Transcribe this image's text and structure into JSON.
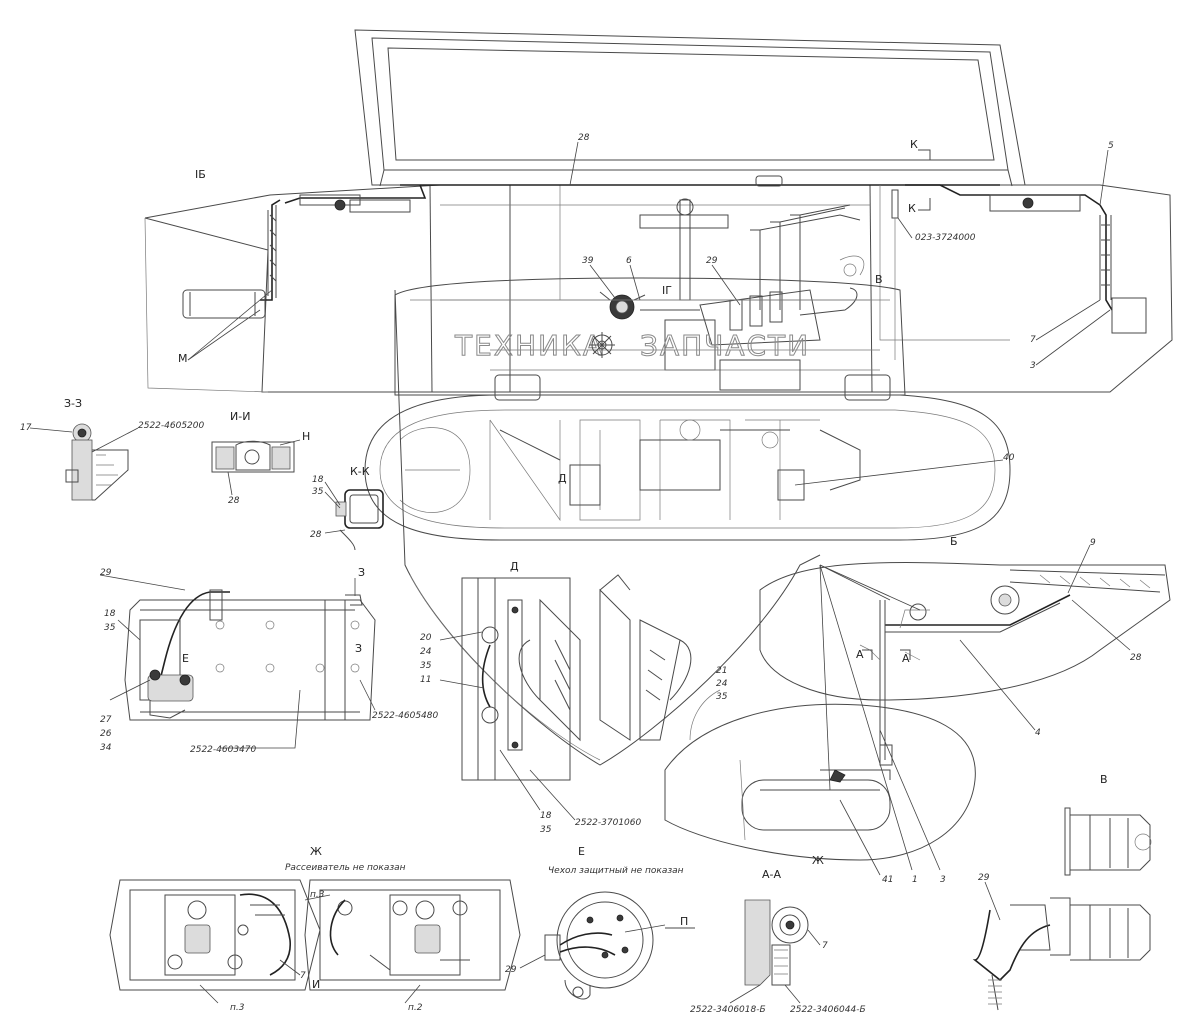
{
  "watermark": {
    "left_text": "ТЕХНИКА",
    "right_text": "ЗАПЧАСТИ"
  },
  "view_labels": {
    "b": "Б",
    "v": "В",
    "zh": "Ж",
    "e": "Е",
    "d": "Д",
    "z_z": "З-З",
    "i_i": "И-И",
    "k_k": "К-К",
    "a_a": "А-А",
    "ib": "ІБ"
  },
  "notes": {
    "zh_note": "Рассеиватель не показан",
    "e_note": "Чехол защитный не показан"
  },
  "callouts": [
    {
      "id": "c28top",
      "text": "28"
    },
    {
      "id": "c5",
      "text": "5"
    },
    {
      "id": "cK1",
      "text": "К"
    },
    {
      "id": "cK2",
      "text": "К"
    },
    {
      "id": "c023",
      "text": "023-3724000"
    },
    {
      "id": "c39",
      "text": "39"
    },
    {
      "id": "c6",
      "text": "6"
    },
    {
      "id": "cIf",
      "text": "ІГ"
    },
    {
      "id": "c29top",
      "text": "29"
    },
    {
      "id": "cV",
      "text": "В"
    },
    {
      "id": "c7r",
      "text": "7"
    },
    {
      "id": "c3r",
      "text": "3"
    },
    {
      "id": "cM",
      "text": "М"
    },
    {
      "id": "c17",
      "text": "17"
    },
    {
      "id": "c2522zz",
      "text": "2522-4605200"
    },
    {
      "id": "cH",
      "text": "Н"
    },
    {
      "id": "c28ii",
      "text": "28"
    },
    {
      "id": "c18kk",
      "text": "18"
    },
    {
      "id": "c35kk",
      "text": "35"
    },
    {
      "id": "c28kk",
      "text": "28"
    },
    {
      "id": "c40",
      "text": "40"
    },
    {
      "id": "cDmid",
      "text": "Д"
    },
    {
      "id": "c29l",
      "text": "29"
    },
    {
      "id": "cZ",
      "text": "З"
    },
    {
      "id": "c18l",
      "text": "18"
    },
    {
      "id": "c35l",
      "text": "35"
    },
    {
      "id": "cEl",
      "text": "Е"
    },
    {
      "id": "cZ2",
      "text": "З"
    },
    {
      "id": "c27",
      "text": "27"
    },
    {
      "id": "c26",
      "text": "26"
    },
    {
      "id": "c34",
      "text": "34"
    },
    {
      "id": "c2522l",
      "text": "2522-4605480"
    },
    {
      "id": "c2522bat",
      "text": "2522-4603470"
    },
    {
      "id": "c20",
      "text": "20"
    },
    {
      "id": "c24",
      "text": "24"
    },
    {
      "id": "c35d",
      "text": "35"
    },
    {
      "id": "c11",
      "text": "11"
    },
    {
      "id": "c18d",
      "text": "18"
    },
    {
      "id": "c35d2",
      "text": "35"
    },
    {
      "id": "c2522d",
      "text": "2522-3701060"
    },
    {
      "id": "c21",
      "text": "21"
    },
    {
      "id": "c24b",
      "text": "24"
    },
    {
      "id": "c35b",
      "text": "35"
    },
    {
      "id": "c9",
      "text": "9"
    },
    {
      "id": "cA1",
      "text": "А"
    },
    {
      "id": "cA2",
      "text": "А"
    },
    {
      "id": "c28b",
      "text": "28"
    },
    {
      "id": "c4",
      "text": "4"
    },
    {
      "id": "c41",
      "text": "41"
    },
    {
      "id": "c1",
      "text": "1"
    },
    {
      "id": "c3b",
      "text": "3"
    },
    {
      "id": "cZhb",
      "text": "Ж"
    },
    {
      "id": "cI",
      "text": "И"
    },
    {
      "id": "c7zh",
      "text": "7"
    },
    {
      "id": "cn3a",
      "text": "п.3"
    },
    {
      "id": "cn3b",
      "text": "п.3"
    },
    {
      "id": "cn2",
      "text": "п.2"
    },
    {
      "id": "cP",
      "text": "П"
    },
    {
      "id": "c29e",
      "text": "29"
    },
    {
      "id": "c7aa",
      "text": "7"
    },
    {
      "id": "c2522aa1",
      "text": "2522-3406018-Б"
    },
    {
      "id": "c2522aa2",
      "text": "2522-3406044-Б"
    },
    {
      "id": "c29v",
      "text": "29"
    }
  ]
}
